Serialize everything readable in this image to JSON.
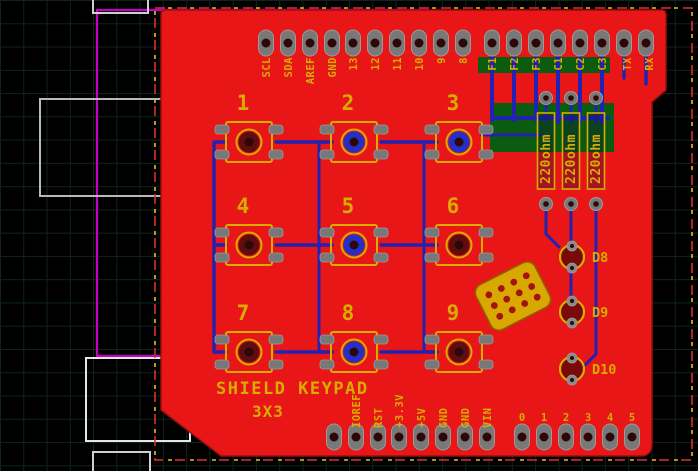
{
  "silkscreen": {
    "title": "SHIELD KEYPAD",
    "subtitle": "3X3"
  },
  "keys": [
    "1",
    "2",
    "3",
    "4",
    "5",
    "6",
    "7",
    "8",
    "9"
  ],
  "headers": {
    "top_left": [
      "SCL",
      "SDA",
      "AREF",
      "GND",
      "13",
      "12",
      "11",
      "10",
      "9",
      "8"
    ],
    "top_right": [
      "F1",
      "F2",
      "F3",
      "C1",
      "C2",
      "C3",
      "TX",
      "RX"
    ],
    "bottom_left": [
      "IOREF",
      "RST",
      "+3.3V",
      "+5V",
      "GND",
      "GND",
      "VIN"
    ],
    "bottom_right": [
      "0",
      "1",
      "2",
      "3",
      "4",
      "5"
    ]
  },
  "resistors": [
    "220ohm",
    "220ohm",
    "220ohm"
  ],
  "leds": [
    "D8",
    "D9",
    "D10"
  ],
  "colors": {
    "board_red": "#e81616",
    "silkscreen_yellow": "#d9ac00",
    "trace_blue": "#2222b2",
    "plane_green": "#0b5c10",
    "pad_gray": "#787878",
    "frame_magenta": "#c400c4",
    "outline_dash_red": "#d83030",
    "outline_dash_yellow": "#e8c020"
  }
}
